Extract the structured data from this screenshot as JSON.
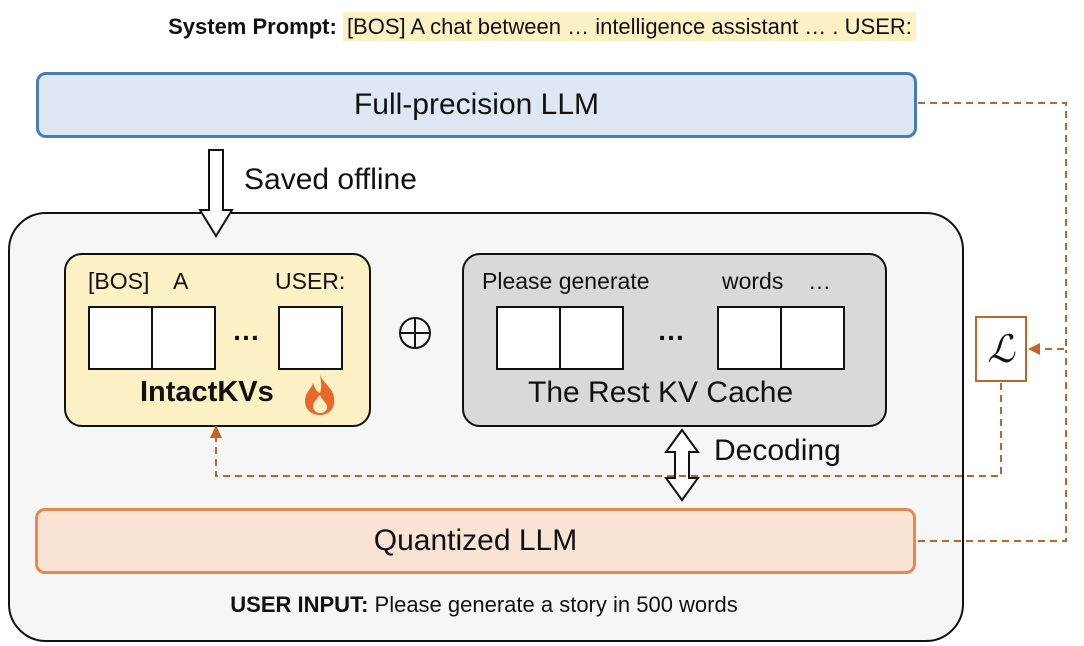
{
  "system_prompt": {
    "label": "System Prompt:",
    "text": "[BOS] A chat between … intelligence assistant … . USER:"
  },
  "full_llm": {
    "label": "Full-precision LLM"
  },
  "saved_offline": {
    "label": "Saved offline"
  },
  "intact_kvs": {
    "tokens": [
      "[BOS]",
      "A",
      "USER:"
    ],
    "ellipsis": "…",
    "title": "IntactKVs",
    "icon": "flame-icon"
  },
  "operator": {
    "symbol": "⊕"
  },
  "rest_kv": {
    "tokens": [
      "Please generate",
      "words",
      "…"
    ],
    "ellipsis": "…",
    "title": "The Rest KV Cache"
  },
  "decoding": {
    "label": "Decoding"
  },
  "quantized_llm": {
    "label": "Quantized LLM"
  },
  "user_input": {
    "label": "USER INPUT:",
    "text": "Please generate a story in 500 words"
  },
  "loss": {
    "symbol": "ℒ"
  },
  "colors": {
    "full_llm_fill": "#dde8f4",
    "full_llm_border": "#4a7bb7",
    "quant_fill": "#f8e3d5",
    "quant_border": "#e5894c",
    "intact_fill": "#fbf1c5",
    "rest_fill": "#d9d9d9",
    "dashed_arrow": "#c0642a"
  }
}
